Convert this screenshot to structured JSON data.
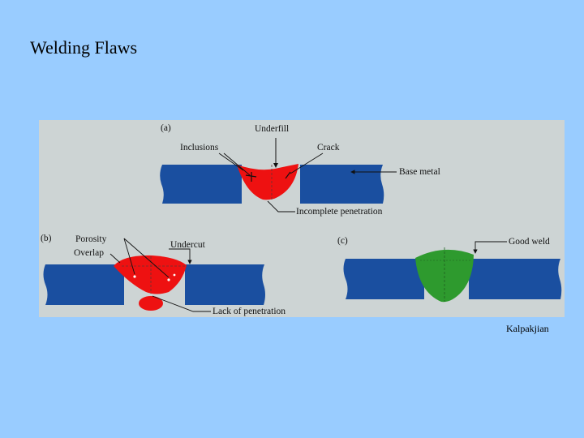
{
  "slide": {
    "title": "Welding Flaws",
    "credit": "Kalpakjian"
  },
  "figure": {
    "panel_a": {
      "tag": "(a)",
      "labels": {
        "underfill": "Underfill",
        "inclusions": "Inclusions",
        "crack": "Crack",
        "base_metal": "Base metal",
        "incomplete_penetration": "Incomplete penetration"
      }
    },
    "panel_b": {
      "tag": "(b)",
      "labels": {
        "porosity": "Porosity",
        "overlap": "Overlap",
        "undercut": "Undercut",
        "lack_of_penetration": "Lack of penetration"
      }
    },
    "panel_c": {
      "tag": "(c)",
      "labels": {
        "good_weld": "Good weld"
      }
    }
  },
  "colors": {
    "background": "#99ccff",
    "figure_bg": "#cdd4d4",
    "base_metal": "#1a4fa0",
    "flawed_weld": "#ee1111",
    "good_weld": "#2e9a2e"
  }
}
